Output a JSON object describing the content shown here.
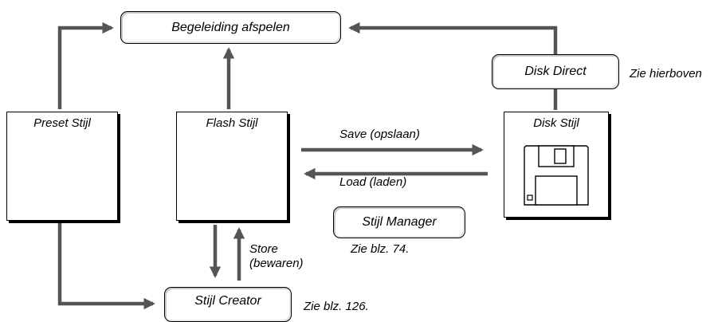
{
  "nodes": {
    "playback": "Begeleiding afspelen",
    "disk_direct": "Disk Direct",
    "preset": "Preset Stijl",
    "flash": "Flash Stijl",
    "disk": "Disk Stijl",
    "manager": "Stijl Manager",
    "creator": "Stijl Creator"
  },
  "labels": {
    "see_above": "Zie hierboven",
    "save": "Save (opslaan)",
    "load": "Load (laden)",
    "store_line1": "Store",
    "store_line2": "(bewaren)",
    "see_p74": "Zie blz. 74.",
    "see_p126": "Zie blz. 126."
  },
  "icons": {
    "floppy": "floppy-disk-icon"
  },
  "colors": {
    "arrow": "#555555",
    "line": "#000000"
  }
}
